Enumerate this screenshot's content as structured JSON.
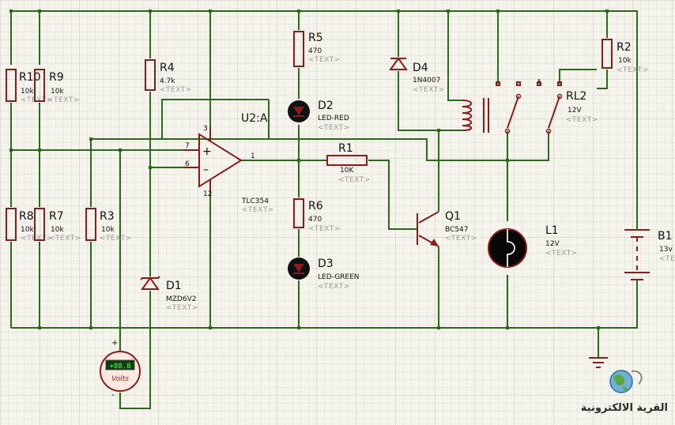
{
  "components": {
    "r10": {
      "ref": "R10",
      "value": "10k",
      "text": "<TEXT>"
    },
    "r9": {
      "ref": "R9",
      "value": "10k",
      "text": "<TEXT>"
    },
    "r4": {
      "ref": "R4",
      "value": "4.7k",
      "text": "<TEXT>"
    },
    "r5": {
      "ref": "R5",
      "value": "470",
      "text": "<TEXT>"
    },
    "d2": {
      "ref": "D2",
      "value": "LED-RED",
      "text": "<TEXT>"
    },
    "d4": {
      "ref": "D4",
      "value": "1N4007",
      "text": "<TEXT>"
    },
    "r2": {
      "ref": "R2",
      "value": "10k",
      "text": "<TEXT>"
    },
    "rl2": {
      "ref": "RL2",
      "value": "12V",
      "text": "<TEXT>"
    },
    "u2": {
      "ref": "U2:A",
      "value": "TLC354",
      "text": "<TEXT>",
      "pin_plus": "7",
      "pin_minus": "6",
      "pin_out": "1",
      "pin_vcc": "3",
      "pin_gnd": "12"
    },
    "r1": {
      "ref": "R1",
      "value": "10K",
      "text": "<TEXT>"
    },
    "r8": {
      "ref": "R8",
      "value": "10k",
      "text": "<TEXT>"
    },
    "r7": {
      "ref": "R7",
      "value": "10k",
      "text": "<TEXT>"
    },
    "r3": {
      "ref": "R3",
      "value": "10k",
      "text": "<TEXT>"
    },
    "r6": {
      "ref": "R6",
      "value": "470",
      "text": "<TEXT>"
    },
    "q1": {
      "ref": "Q1",
      "value": "BC547",
      "text": "<TEXT>"
    },
    "l1": {
      "ref": "L1",
      "value": "12V",
      "text": "<TEXT>"
    },
    "b1": {
      "ref": "B1",
      "value": "13v",
      "text": "<TEXT>"
    },
    "d3": {
      "ref": "D3",
      "value": "LED-GREEN",
      "text": "<TEXT>"
    },
    "d1": {
      "ref": "D1",
      "value": "MZD6V2",
      "text": "<TEXT>"
    }
  },
  "voltmeter": {
    "reading": "+88.8",
    "unit": "Volts",
    "plus": "+",
    "minus": "-"
  },
  "watermark": {
    "text": "القرية الالكترونية"
  },
  "colors": {
    "wire": "#2a6a1a",
    "component": "#8c1c1c",
    "background": "#f5f4ec",
    "grid": "#d2d2c6",
    "meter_display": "#1a7a1a"
  }
}
